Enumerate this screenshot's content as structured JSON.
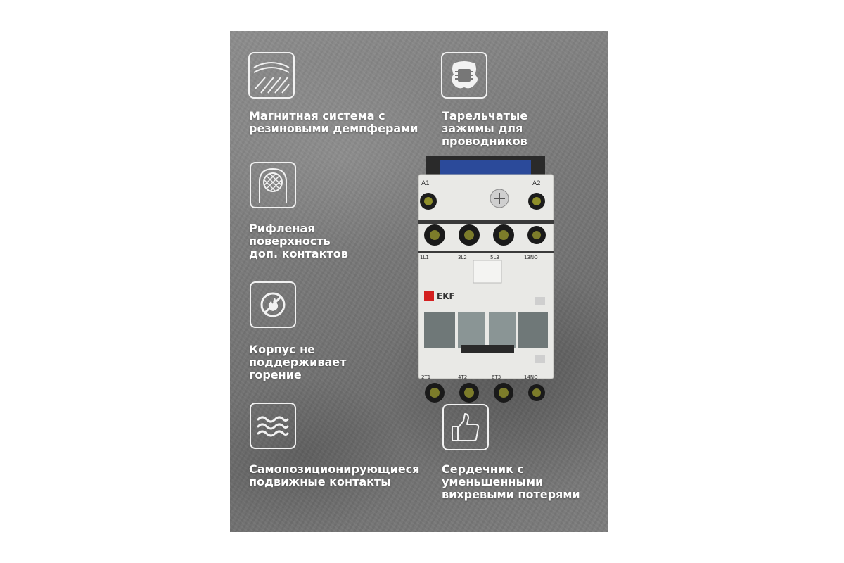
{
  "features": [
    {
      "icon": "damper-icon",
      "label": "Магнитная система с\nрезиновыми демпферами"
    },
    {
      "icon": "clamp-icon",
      "label": "Тарельчатые\nзажимы для\nпроводников"
    },
    {
      "icon": "ribbed-surface-icon",
      "label": "Рифленая\nповерхность\nдоп. контактов"
    },
    {
      "icon": "fire-resistant-icon",
      "label": "Корпус не\nподдерживает\nгорение"
    },
    {
      "icon": "waves-icon",
      "label": "Самопозиционирующиеся\nподвижные контакты"
    },
    {
      "icon": "thumbs-up-icon",
      "label": "Сердечник с\nуменьшенными\nвихревыми потерями"
    }
  ],
  "product": {
    "brand": "EKF",
    "coil_left": "A1",
    "coil_right": "A2",
    "top_terminals": [
      "1L1",
      "3L2",
      "5L3",
      "13NO"
    ],
    "bottom_terminals": [
      "2T1",
      "4T2",
      "6T3",
      "14NO"
    ]
  },
  "colors": {
    "accent_blue": "#2b4a9a",
    "brand_red": "#d42020"
  }
}
